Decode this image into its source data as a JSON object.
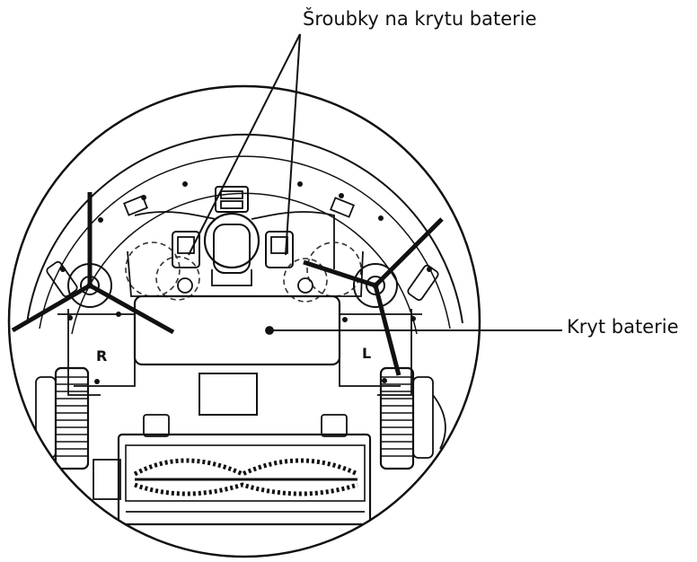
{
  "labels": {
    "battery_cover_screws": "Šroubky na krytu baterie",
    "battery_cover": "Kryt baterie"
  },
  "markings": {
    "right_side": "R",
    "left_side": "L"
  },
  "colors": {
    "line": "#111111",
    "background": "#ffffff",
    "dash": "#333333"
  }
}
